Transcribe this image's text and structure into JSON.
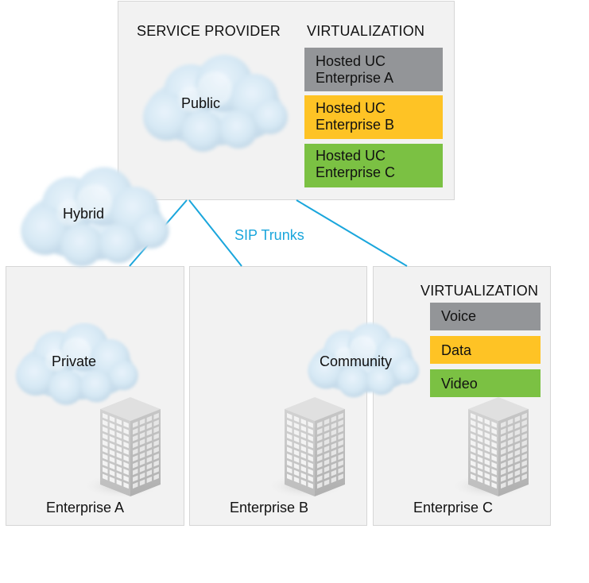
{
  "service_provider": {
    "heading": "SERVICE PROVIDER",
    "cloud_label": "Public",
    "virtualization": {
      "heading": "VIRTUALIZATION",
      "items": [
        {
          "line1": "Hosted UC",
          "line2": "Enterprise A",
          "color": "#939598"
        },
        {
          "line1": "Hosted UC",
          "line2": "Enterprise B",
          "color": "#fec325"
        },
        {
          "line1": "Hosted UC",
          "line2": "Enterprise C",
          "color": "#7bc143"
        }
      ]
    }
  },
  "connections": {
    "label": "SIP Trunks",
    "color": "#1aa6dc"
  },
  "clouds": {
    "hybrid": "Hybrid",
    "private": "Private",
    "community": "Community"
  },
  "enterprises": [
    {
      "label": "Enterprise A"
    },
    {
      "label": "Enterprise B"
    },
    {
      "label": "Enterprise C",
      "virtualization": {
        "heading": "VIRTUALIZATION",
        "items": [
          {
            "label": "Voice",
            "color": "#939598"
          },
          {
            "label": "Data",
            "color": "#fec325"
          },
          {
            "label": "Video",
            "color": "#7bc143"
          }
        ]
      }
    }
  ]
}
